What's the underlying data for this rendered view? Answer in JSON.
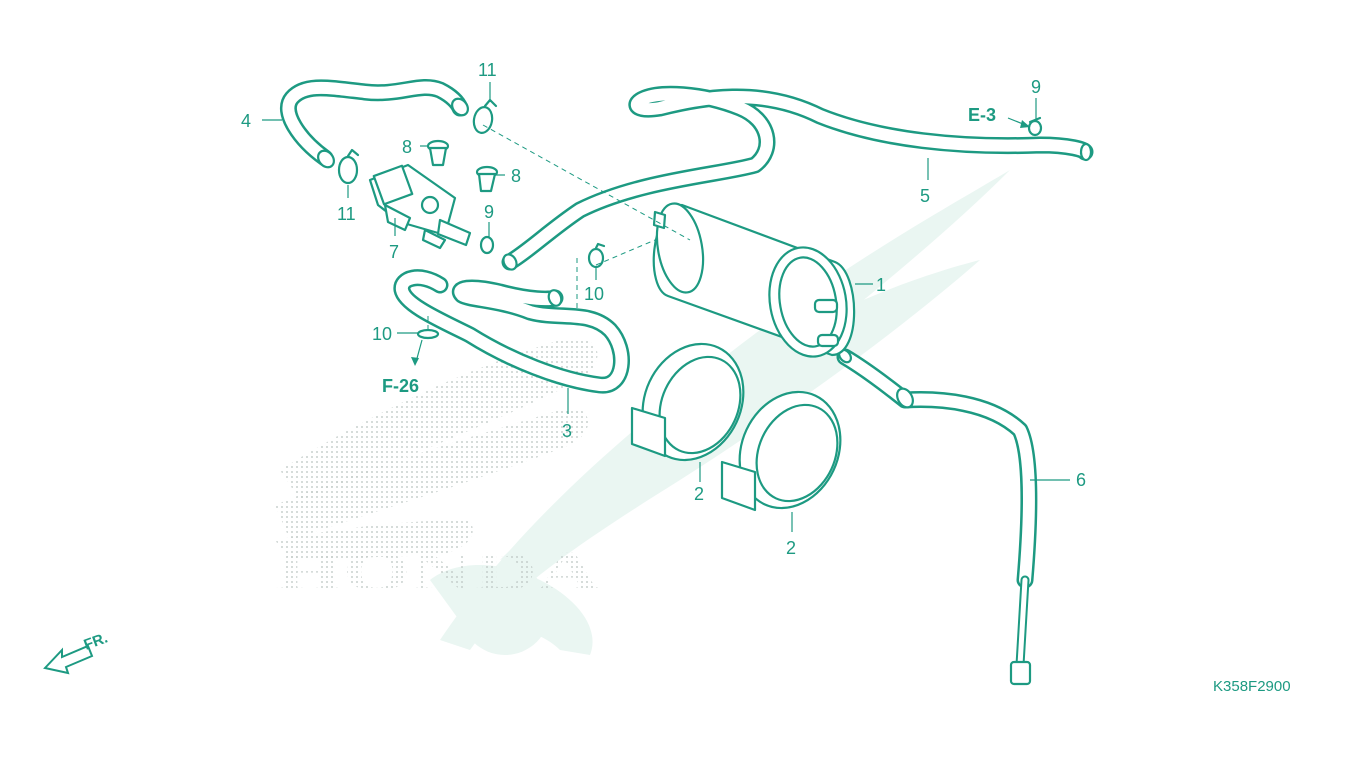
{
  "diagram": {
    "callouts": {
      "c1": "1",
      "c2a": "2",
      "c2b": "2",
      "c3": "3",
      "c4": "4",
      "c5": "5",
      "c6": "6",
      "c7": "7",
      "c8a": "8",
      "c8b": "8",
      "c9a": "9",
      "c9b": "9",
      "c10a": "10",
      "c10b": "10",
      "c11a": "11",
      "c11b": "11"
    },
    "references": {
      "e3": "E-3",
      "f26": "F-26"
    },
    "front_label": "FR.",
    "diagram_code": "K358F2900",
    "watermark_text": "HONDA",
    "colors": {
      "line": "#1d9a82",
      "watermark": "#eaf6f2"
    }
  }
}
